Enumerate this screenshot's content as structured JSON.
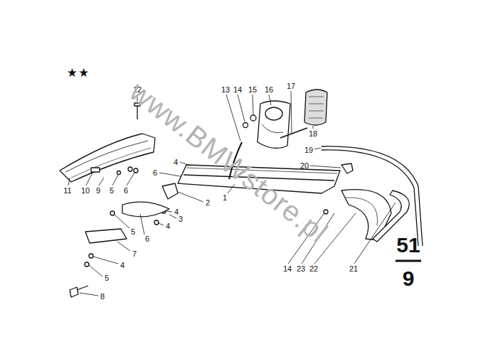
{
  "diagram": {
    "labels": [
      "★★",
      "12",
      "13",
      "14",
      "15",
      "16",
      "17",
      "18",
      "19",
      "20",
      "4",
      "6",
      "11",
      "10",
      "9",
      "5",
      "6",
      "2",
      "4",
      "3",
      "4",
      "5",
      "6",
      "7",
      "4",
      "5",
      "8",
      "1",
      "14",
      "23",
      "22",
      "21",
      "51",
      "9",
      "www.BMWstore.pl"
    ]
  }
}
